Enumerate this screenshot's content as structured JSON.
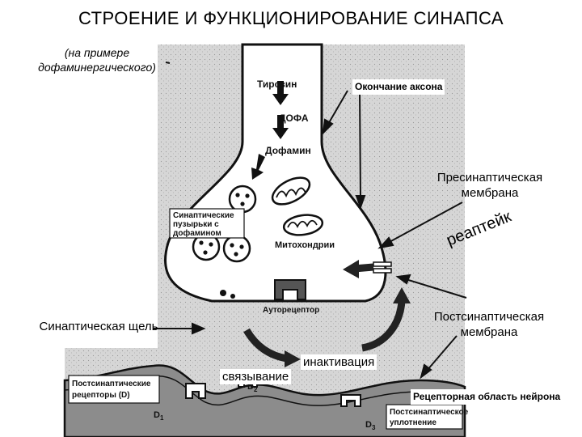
{
  "title": "СТРОЕНИЕ И ФУНКЦИОНИРОВАНИЕ СИНАПСА",
  "subtitle": "(на примере дофаминергического)",
  "labels": {
    "axon_ending": "Окончание аксона",
    "presynaptic_membrane": "Пресинаптическая мембрана",
    "reuptake": "реаптейк",
    "postsynaptic_membrane": "Постсинаптическая мембрана",
    "synaptic_cleft": "Синаптическая щель",
    "inactivation": "инактивация",
    "binding": "связывание",
    "receptor_area": "Рецепторная область нейрона"
  },
  "figure_labels": {
    "tyrosine": "Тирозин",
    "dopa": "ДОФА",
    "dopamine": "Дофамин",
    "vesicles": "Синаптические пузырьки с дофамином",
    "mitochondria": "Митохондрии",
    "autoreceptor": "Ауторецептор",
    "postsynaptic_receptors": "Постсинаптические рецепторы (D)",
    "d1": "D1",
    "d2": "D2",
    "d3": "D3",
    "postsynaptic_density": "Постсинаптическое уплотнение"
  },
  "colors": {
    "ink": "#111111",
    "figure_gray": "#d2d2d2",
    "dark_gray": "#6e6e6e"
  }
}
